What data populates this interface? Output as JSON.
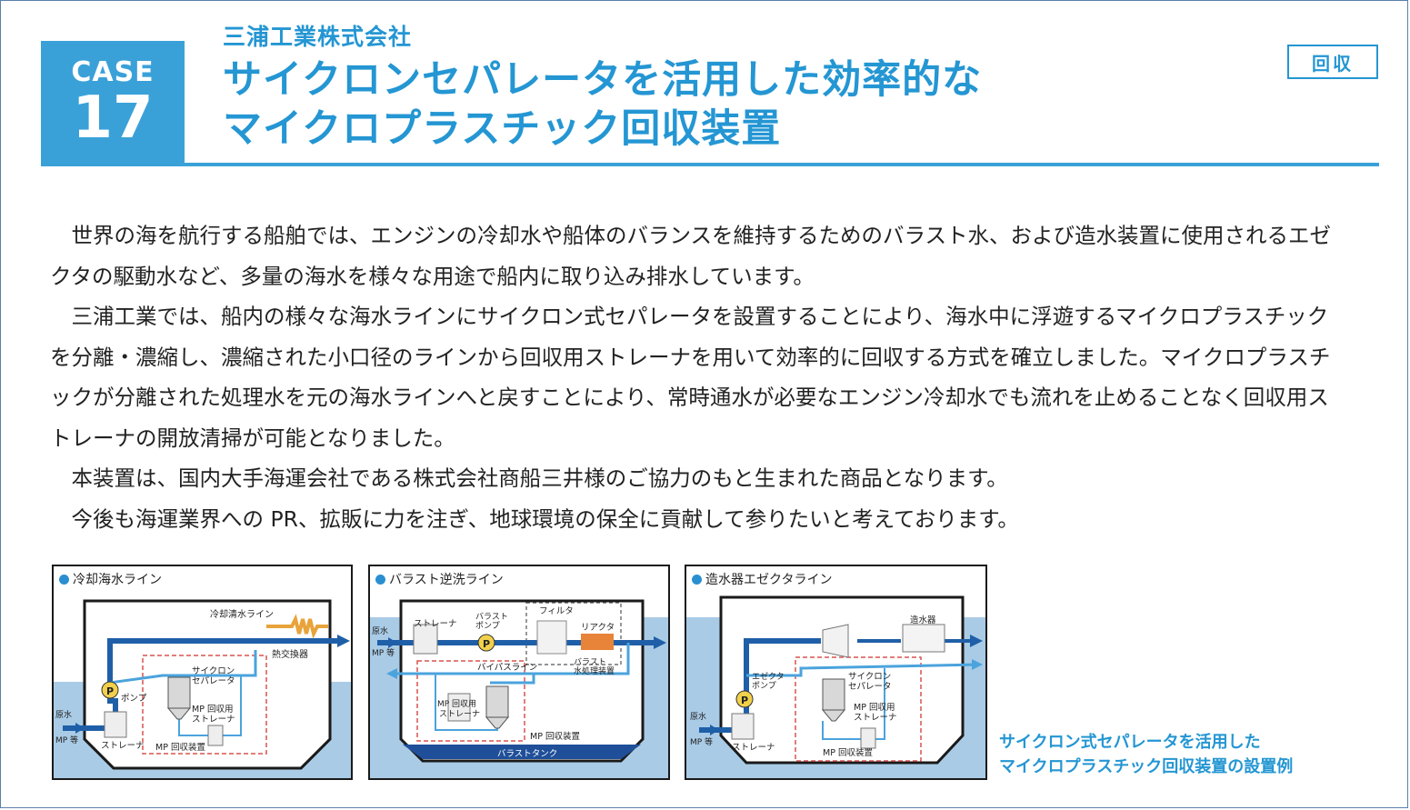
{
  "header": {
    "case_label": "CASE",
    "case_number": "17",
    "company": "三浦工業株式会社",
    "title_line1": "サイクロンセパレータを活用した効率的な",
    "title_line2": "マイクロプラスチック回収装置",
    "tag": "回収"
  },
  "body": {
    "paragraphs": [
      "世界の海を航行する船舶では、エンジンの冷却水や船体のバランスを維持するためのバラスト水、および造水装置に使用されるエゼクタの駆動水など、多量の海水を様々な用途で船内に取り込み排水しています。",
      "三浦工業では、船内の様々な海水ラインにサイクロン式セパレータを設置することにより、海水中に浮遊するマイクロプラスチックを分離・濃縮し、濃縮された小口径のラインから回収用ストレーナを用いて効率的に回収する方式を確立しました。マイクロプラスチックが分離された処理水を元の海水ラインへと戻すことにより、常時通水が必要なエンジン冷却水でも流れを止めることなく回収用ストレーナの開放清掃が可能となりました。",
      "本装置は、国内大手海運会社である株式会社商船三井様のご協力のもと生まれた商品となります。",
      "今後も海運業界への PR、拡販に力を注ぎ、地球環境の保全に貢献して参りたいと考えております。"
    ]
  },
  "diagrams": {
    "cooling": {
      "title": "冷却海水ライン",
      "fresh_line": "冷却清水ライン",
      "heat_exchanger": "熱交換器",
      "cyclone": "サイクロン\nセパレータ",
      "pump_symbol": "P",
      "pump": "ポンプ",
      "mp_strainer": "MP 回収用\nストレーナ",
      "raw_water": "原水\nMP 等",
      "strainer": "ストレーナ",
      "mp_device": "MP 回収装置"
    },
    "ballast": {
      "title": "バラスト逆洗ライン",
      "strainer": "ストレーナ",
      "ballast_pump": "バラスト\nポンプ",
      "pump_symbol": "P",
      "filter": "フィルタ",
      "reactor": "リアクタ",
      "ballast_treatment": "バラスト\n水処理装置",
      "raw_water": "原水\nMP 等",
      "bypass": "バイパスライン",
      "mp_strainer": "MP 回収用\nストレーナ",
      "mp_device": "MP 回収装置",
      "tank": "バラストタンク"
    },
    "ejector": {
      "title": "造水器エゼクタライン",
      "evaporator": "造水器",
      "ejector_pump": "エゼクタ\nポンプ",
      "pump_symbol": "P",
      "cyclone": "サイクロン\nセパレータ",
      "mp_strainer": "MP 回収用\nストレーナ",
      "raw_water": "原水\nMP 等",
      "strainer": "ストレーナ",
      "mp_device": "MP 回収装置"
    }
  },
  "caption": {
    "line1": "サイクロン式セパレータを活用した",
    "line2": "マイクロプラスチック回収装置の設置例"
  },
  "colors": {
    "accent": "#3aa1d8",
    "title_text": "#2496d3",
    "pipe": "#1f5fa8",
    "pipe_light": "#4ba3dd",
    "sea": "#a9cbe6",
    "device_border": "#d9534f",
    "reactor": "#e8833a",
    "heat_coil": "#e8a33a"
  }
}
